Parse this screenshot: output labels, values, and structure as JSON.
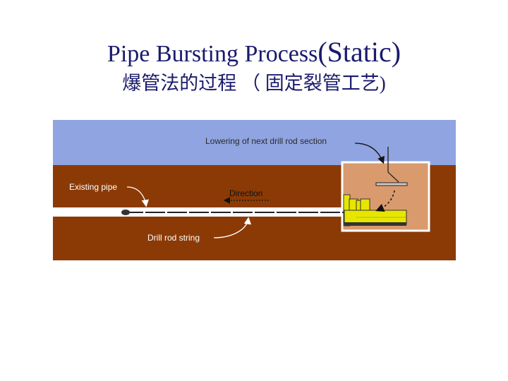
{
  "title": {
    "line1_main": "Pipe Bursting Process",
    "line1_paren": "(Static)",
    "line2": "爆管法的过程 （ 固定裂管工艺)"
  },
  "diagram": {
    "labels": {
      "lowering": "Lowering of next drill rod section",
      "existing_pipe": "Existing pipe",
      "direction": "Direction",
      "drill_rod_string": "Drill rod string"
    },
    "colors": {
      "sky": "#8fa4e0",
      "soil": "#8b3a06",
      "pit": "#d99a6e",
      "pipe": "#ffffff",
      "rig": "#e6e600"
    }
  }
}
